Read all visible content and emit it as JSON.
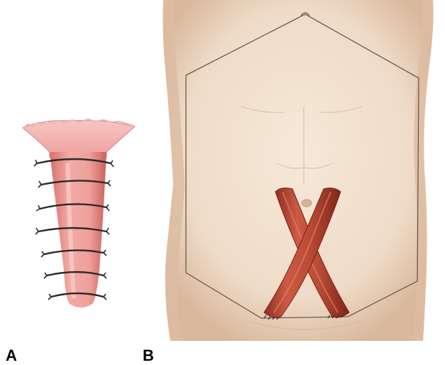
{
  "panels": [
    {
      "label": "A",
      "subject": "muscle-flap-with-sutures"
    },
    {
      "label": "B",
      "subject": "anterior-abdomen-with-crossed-rectus-strips"
    }
  ],
  "colors": {
    "skin_light": "#f4e3d2",
    "skin_shadow": "#d8b79c",
    "flap_pink": "#ef9f9a",
    "flap_pink_dark": "#d9706c",
    "muscle_red": "#b94a35",
    "muscle_dark": "#8e2f20",
    "outline": "#6b5a4d",
    "suture": "#2b2b2b"
  },
  "icons": [
    "suture-icon",
    "navel-icon"
  ]
}
